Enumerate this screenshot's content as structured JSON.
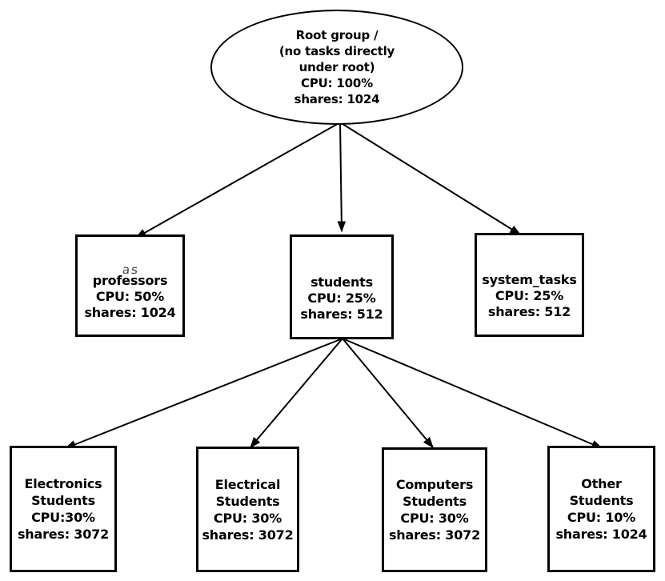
{
  "diagram": {
    "background_color": "#ffffff",
    "ink_color": "#000000",
    "nodes": {
      "root": {
        "shape": "ellipse",
        "lines": [
          "Root group /",
          "(no tasks directly",
          "under root)",
          "CPU: 100%",
          "shares: 1024"
        ]
      },
      "professors": {
        "shape": "box",
        "lines": [
          "professors",
          "CPU: 50%",
          "shares: 1024"
        ],
        "overlap_artifact": "as"
      },
      "students": {
        "shape": "box",
        "lines": [
          "students",
          "CPU: 25%",
          "shares: 512"
        ]
      },
      "system_tasks": {
        "shape": "box",
        "lines": [
          "system_tasks",
          "CPU: 25%",
          "shares: 512"
        ]
      },
      "electronics_students": {
        "shape": "box",
        "lines": [
          "Electronics",
          "Students",
          "CPU:30%",
          "shares: 3072"
        ]
      },
      "electrical_students": {
        "shape": "box",
        "lines": [
          "Electrical",
          "Students",
          "CPU: 30%",
          "shares: 3072"
        ]
      },
      "computers_students": {
        "shape": "box",
        "lines": [
          "Computers",
          "Students",
          "CPU: 30%",
          "shares: 3072"
        ]
      },
      "other_students": {
        "shape": "box",
        "lines": [
          "Other",
          "Students",
          "CPU: 10%",
          "shares: 1024"
        ]
      }
    },
    "edges": [
      {
        "from": "root",
        "to": "professors"
      },
      {
        "from": "root",
        "to": "students"
      },
      {
        "from": "root",
        "to": "system_tasks"
      },
      {
        "from": "students",
        "to": "electronics_students"
      },
      {
        "from": "students",
        "to": "electrical_students"
      },
      {
        "from": "students",
        "to": "computers_students"
      },
      {
        "from": "students",
        "to": "other_students"
      }
    ]
  }
}
